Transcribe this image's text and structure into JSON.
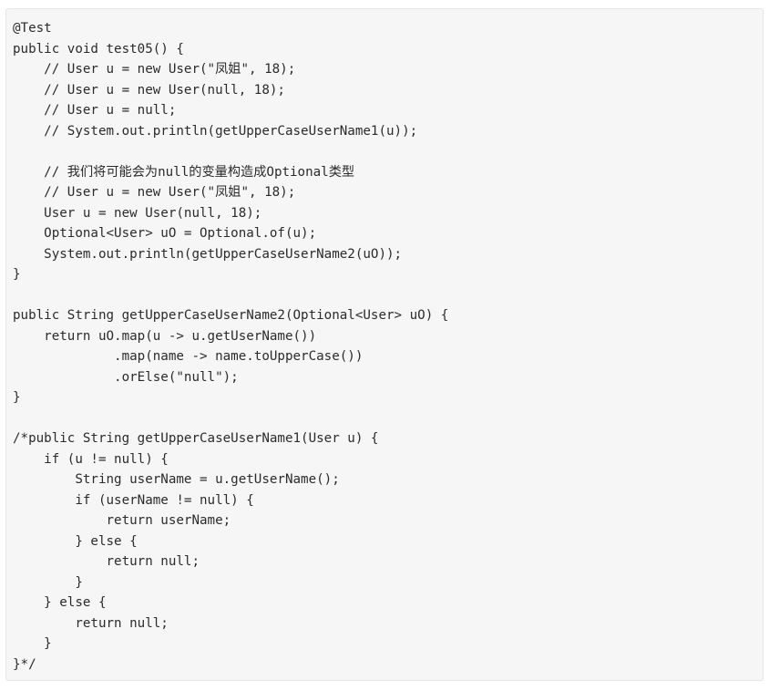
{
  "code": {
    "lines": [
      "@Test",
      "public void test05() {",
      "    // User u = new User(\"凤姐\", 18);",
      "    // User u = new User(null, 18);",
      "    // User u = null;",
      "    // System.out.println(getUpperCaseUserName1(u));",
      "",
      "    // 我们将可能会为null的变量构造成Optional类型",
      "    // User u = new User(\"凤姐\", 18);",
      "    User u = new User(null, 18);",
      "    Optional<User> uO = Optional.of(u);",
      "    System.out.println(getUpperCaseUserName2(uO));",
      "}",
      "",
      "public String getUpperCaseUserName2(Optional<User> uO) {",
      "    return uO.map(u -> u.getUserName())",
      "             .map(name -> name.toUpperCase())",
      "             .orElse(\"null\");",
      "}",
      "",
      "/*public String getUpperCaseUserName1(User u) {",
      "    if (u != null) {",
      "        String userName = u.getUserName();",
      "        if (userName != null) {",
      "            return userName;",
      "        } else {",
      "            return null;",
      "        }",
      "    } else {",
      "        return null;",
      "    }",
      "}*/"
    ]
  }
}
